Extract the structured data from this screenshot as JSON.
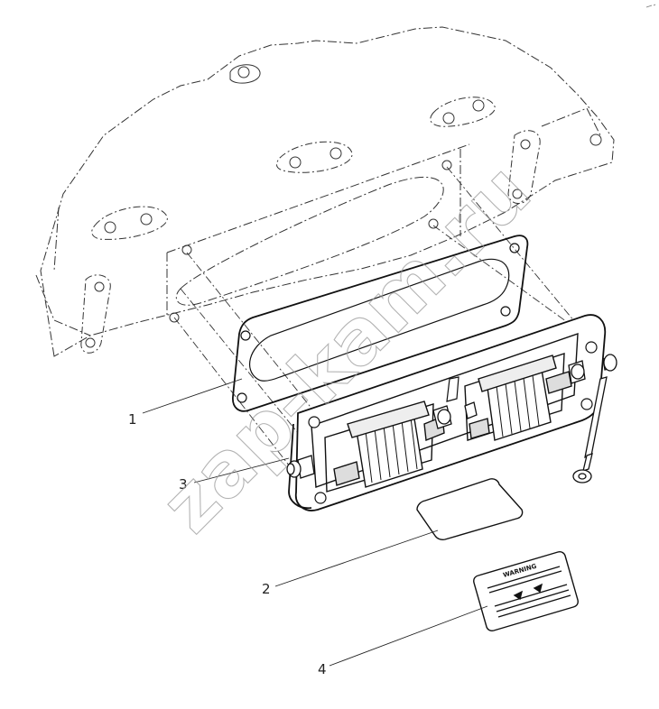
{
  "diagram": {
    "callouts": [
      {
        "id": "1",
        "text": "1"
      },
      {
        "id": "2",
        "text": "2"
      },
      {
        "id": "3",
        "text": "3"
      },
      {
        "id": "4",
        "text": "4"
      }
    ],
    "warning_label": {
      "heading": "WARNING"
    },
    "watermark": "zap-kam.ru",
    "colors": {
      "line": "#222222",
      "background": "#ffffff",
      "watermark": "#9a9a9a"
    }
  }
}
